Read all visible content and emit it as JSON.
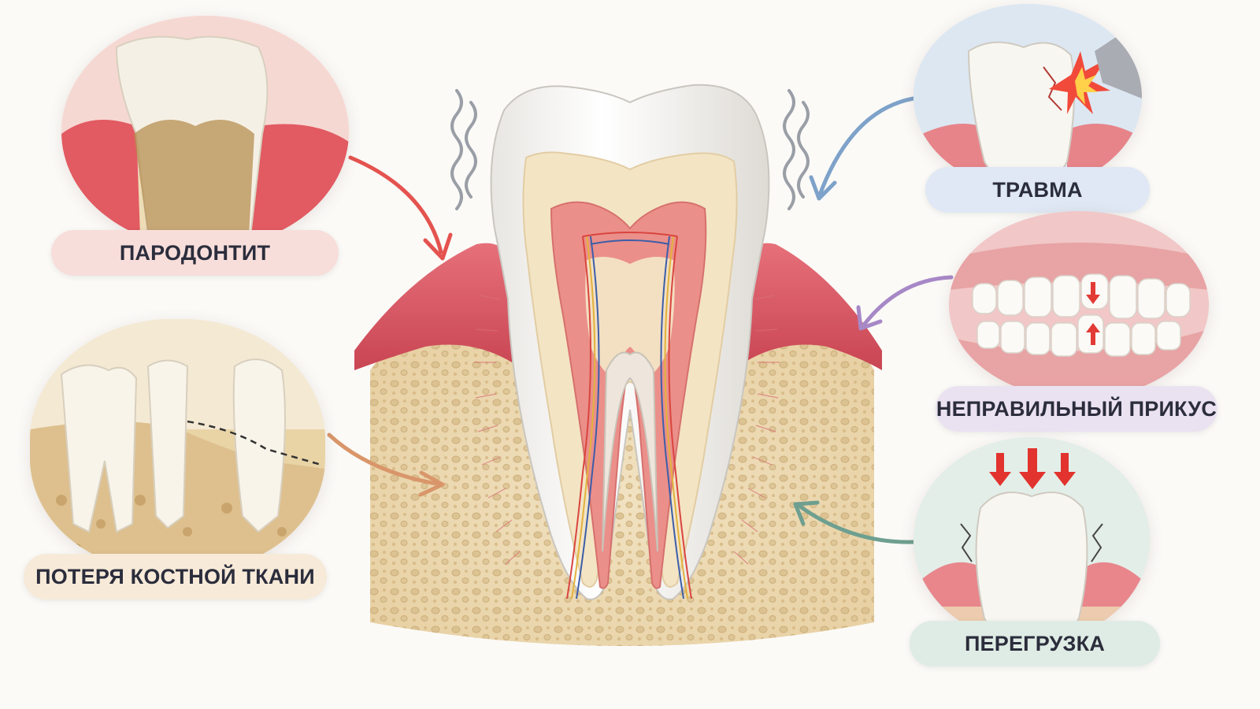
{
  "causes": {
    "periodontitis": {
      "label": "ПАРОДОНТИТ",
      "color": "#e4534f"
    },
    "bone_loss": {
      "label": "ПОТЕРЯ КОСТНОЙ ТКАНИ",
      "color": "#d9966a"
    },
    "trauma": {
      "label": "ТРАВМА",
      "color": "#7ea2c9"
    },
    "malocclusion": {
      "label": "НЕПРАВИЛЬНЫЙ ПРИКУС",
      "color": "#a788c6"
    },
    "overload": {
      "label": "ПЕРЕГРУЗКА",
      "color": "#6e9f90"
    }
  },
  "palette": {
    "gum": "#e0636a",
    "bone": "#eedcb6",
    "enamel": "#f7f5f1",
    "dentin": "#f3e4c4",
    "pulp": "#eb8f8a"
  }
}
